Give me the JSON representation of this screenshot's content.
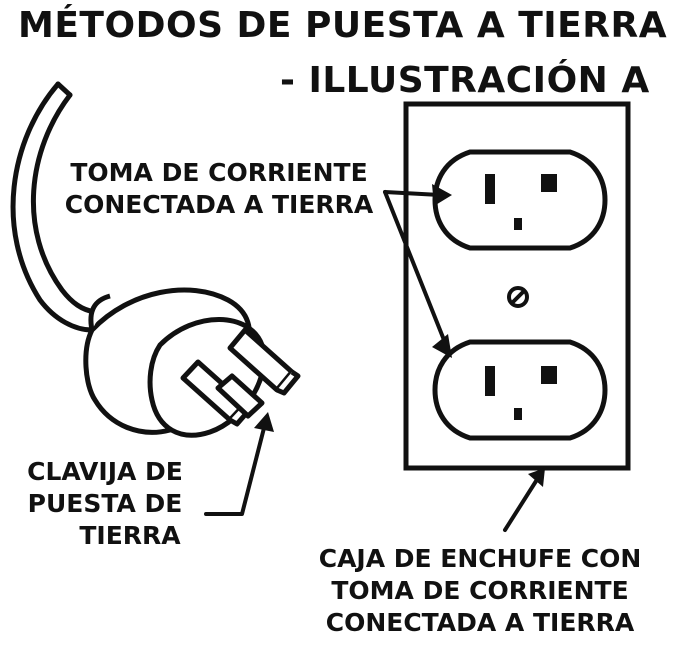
{
  "title": {
    "line1": "MÉTODOS DE PUESTA A TIERRA",
    "line2": "- ILLUSTRACIÓN A"
  },
  "labels": {
    "grounded_outlet": [
      "TOMA DE CORRIENTE",
      "CONECTADA A TIERRA"
    ],
    "ground_pin": [
      "CLAVIJA DE",
      "PUESTA DE",
      "TIERRA"
    ],
    "outlet_box": [
      "CAJA DE ENCHUFE CON",
      "TOMA DE CORRIENTE",
      "CONECTADA A TIERRA"
    ]
  },
  "colors": {
    "ink": "#111111",
    "background": "#ffffff"
  }
}
